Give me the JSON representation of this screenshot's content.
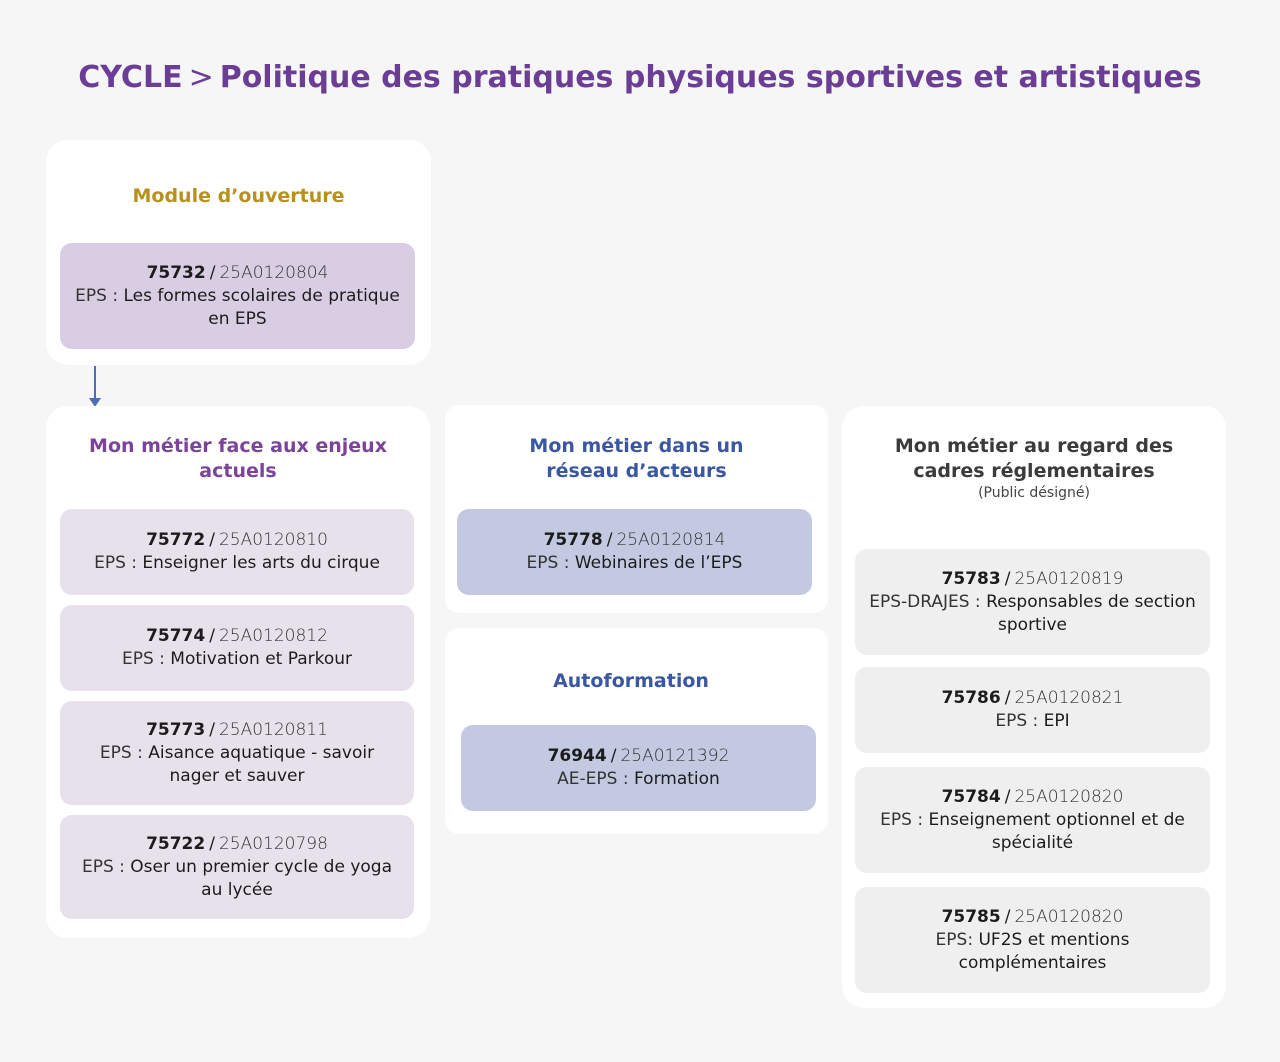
{
  "title": {
    "cycle": "CYCLE",
    "separator": ">",
    "name": "Politique des pratiques physiques sportives et artistiques"
  },
  "colors": {
    "title": "#6b3d94",
    "ouverture": "#b8901e",
    "enjeux": "#7b4399",
    "reseau": "#3a57a1",
    "cadres": "#3b3b3b"
  },
  "panels": {
    "ouverture": {
      "title": "Module d’ouverture",
      "cards": [
        {
          "code": "75732",
          "ref": "25A0120804",
          "prefix": "EPS :",
          "text": "Les formes scolaires de pratique en EPS"
        }
      ]
    },
    "enjeux": {
      "title": "Mon métier face aux enjeux actuels",
      "cards": [
        {
          "code": "75772",
          "ref": "25A0120810",
          "prefix": "EPS :",
          "text": "Enseigner les arts du cirque"
        },
        {
          "code": "75774",
          "ref": "25A0120812",
          "prefix": "EPS :",
          "text": "Motivation et Parkour"
        },
        {
          "code": "75773",
          "ref": "25A0120811",
          "prefix": "EPS :",
          "text": "Aisance aquatique - savoir nager et sauver"
        },
        {
          "code": "75722",
          "ref": "25A0120798",
          "prefix": "EPS :",
          "text": "Oser un premier cycle de yoga au lycée"
        }
      ]
    },
    "reseau": {
      "title": "Mon métier dans un réseau d’acteurs",
      "cards": [
        {
          "code": "75778",
          "ref": "25A0120814",
          "prefix": "EPS :",
          "text": "Webinaires de l’EPS"
        }
      ]
    },
    "autoformation": {
      "title": "Autoformation",
      "cards": [
        {
          "code": "76944",
          "ref": "25A0121392",
          "prefix": "AE-EPS :",
          "text": "Formation"
        }
      ]
    },
    "cadres": {
      "title": "Mon métier au regard des cadres réglementaires",
      "subtitle": "(Public désigné)",
      "cards": [
        {
          "code": "75783",
          "ref": "25A0120819",
          "prefix": "EPS-DRAJES :",
          "text": "Responsables de section sportive"
        },
        {
          "code": "75786",
          "ref": "25A0120821",
          "prefix": "EPS :",
          "text": "EPI"
        },
        {
          "code": "75784",
          "ref": "25A0120820",
          "prefix": "EPS :",
          "text": "Enseignement optionnel et de spécialité"
        },
        {
          "code": "75785",
          "ref": "25A0120820",
          "prefix": "EPS:",
          "text": "UF2S et mentions complémentaires"
        }
      ]
    }
  }
}
